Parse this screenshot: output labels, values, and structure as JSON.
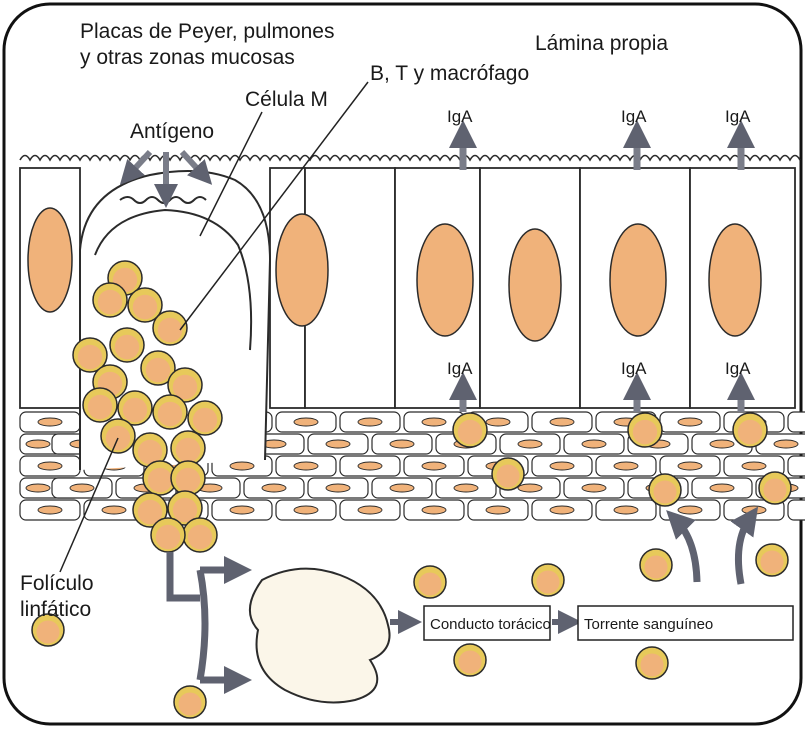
{
  "labels": {
    "placas_line1": "Placas de Peyer, pulmones",
    "placas_line2": "y otras zonas mucosas",
    "lamina_propia": "Lámina propia",
    "celula_m": "Célula M",
    "btm": "B, T y macrófago",
    "antigeno": "Antígeno",
    "iga": "IgA",
    "foliculo_line1": "Folículo",
    "foliculo_line2": "linfático",
    "conducto": "Conducto torácico",
    "torrente": "Torrente sanguíneo"
  },
  "colors": {
    "nucleus": "#f0b27a",
    "cell_fill": "#f4dcab",
    "cell_ring": "#e7c95a",
    "arrow": "#7a7d89",
    "outline": "#2b2b2b",
    "node_fill": "#fbf6e9"
  }
}
